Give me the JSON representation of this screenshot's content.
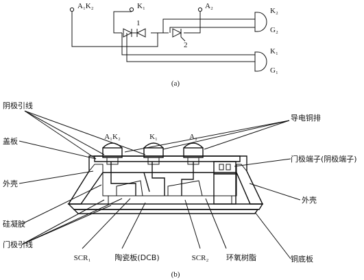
{
  "circuit": {
    "caption": "(a)",
    "terminals": {
      "a1k2": "A₁K₂",
      "k1": "K₁",
      "a2": "A₂"
    },
    "gate1": {
      "k": "K₂",
      "g": "G₂"
    },
    "gate2": {
      "k": "K₁",
      "g": "G₁"
    },
    "scr_numbers": [
      "1",
      "2"
    ]
  },
  "structure": {
    "caption": "(b)",
    "terminals": {
      "a1k2": "A₁K₂",
      "k1": "K₁",
      "a2": "A₂"
    },
    "labels": {
      "cathode_lead": "阴极引线",
      "cover": "盖板",
      "shell_left": "外壳",
      "silicone_gel": "硅凝胶",
      "gate_lead": "门极引线",
      "scr1": "SCR₁",
      "ceramic": "陶瓷板(DCB)",
      "scr2": "SCR₂",
      "epoxy": "环氧树脂",
      "copper_base": "铜底板",
      "shell_right": "外壳",
      "gate_terminal": "门极端子(阴极端子)",
      "copper_bar": "导电铜排"
    }
  }
}
